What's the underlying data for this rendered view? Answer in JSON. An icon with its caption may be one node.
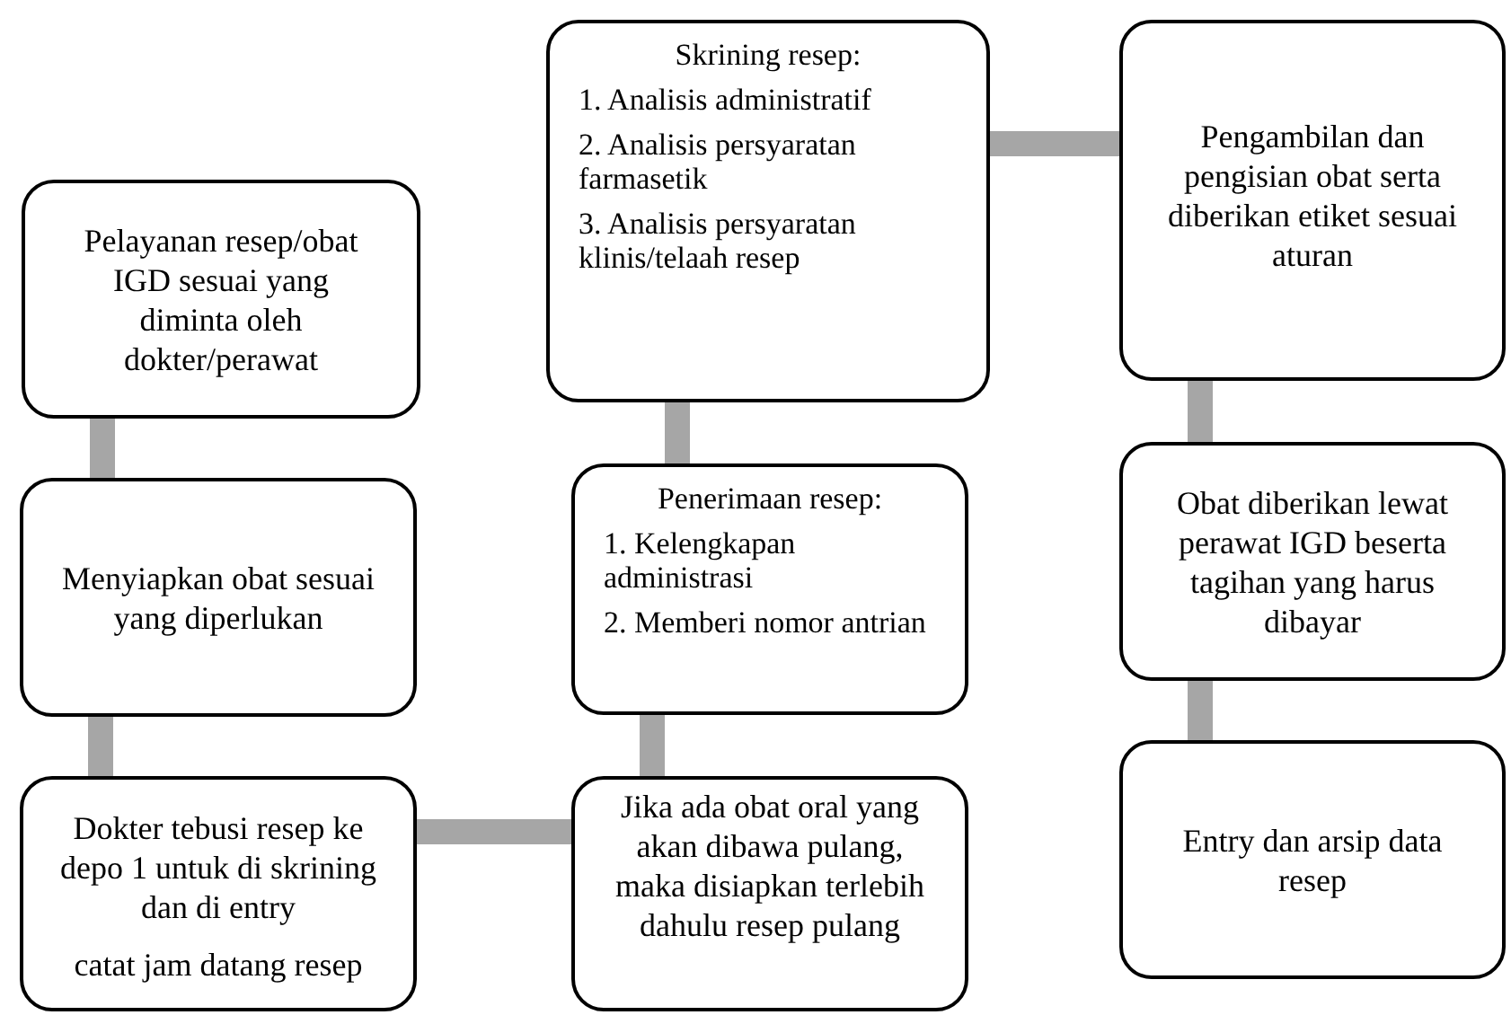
{
  "diagram": {
    "nodes": [
      {
        "text": [
          "Pelayanan resep/obat IGD sesuai yang diminta oleh dokter/perawat"
        ]
      },
      {
        "text": [
          "Menyiapkan obat sesuai yang diperlukan"
        ]
      },
      {
        "text": [
          "Dokter tebusi resep ke depo 1 untuk di skrining dan di entry",
          "catat jam datang resep"
        ]
      },
      {
        "text": [
          "Jika ada obat oral yang akan dibawa pulang, maka disiapkan terlebih dahulu resep pulang"
        ]
      },
      {
        "text": [
          "Penerimaan resep:",
          "1. Kelengkapan administrasi",
          "2. Memberi nomor antrian"
        ]
      },
      {
        "text": [
          "Skrining resep:",
          "1. Analisis administratif",
          "2. Analisis persyaratan farmasetik",
          "3. Analisis persyaratan klinis/telaah resep"
        ]
      },
      {
        "text": [
          "Pengambilan dan pengisian obat serta diberikan etiket sesuai aturan"
        ]
      },
      {
        "text": [
          "Obat diberikan lewat perawat IGD beserta tagihan yang harus dibayar"
        ]
      },
      {
        "text": [
          "Entry dan arsip data resep"
        ]
      }
    ],
    "edges": [
      {
        "from": 0,
        "to": 1,
        "arrow": "none"
      },
      {
        "from": 1,
        "to": 2,
        "arrow": "none"
      },
      {
        "from": 2,
        "to": 3,
        "arrow": "none"
      },
      {
        "from": 3,
        "to": 4,
        "arrow": "none"
      },
      {
        "from": 4,
        "to": 5,
        "arrow": "none"
      },
      {
        "from": 5,
        "to": 6,
        "arrow": "none"
      },
      {
        "from": 6,
        "to": 7,
        "arrow": "none"
      },
      {
        "from": 7,
        "to": 8,
        "arrow": "none"
      }
    ]
  }
}
